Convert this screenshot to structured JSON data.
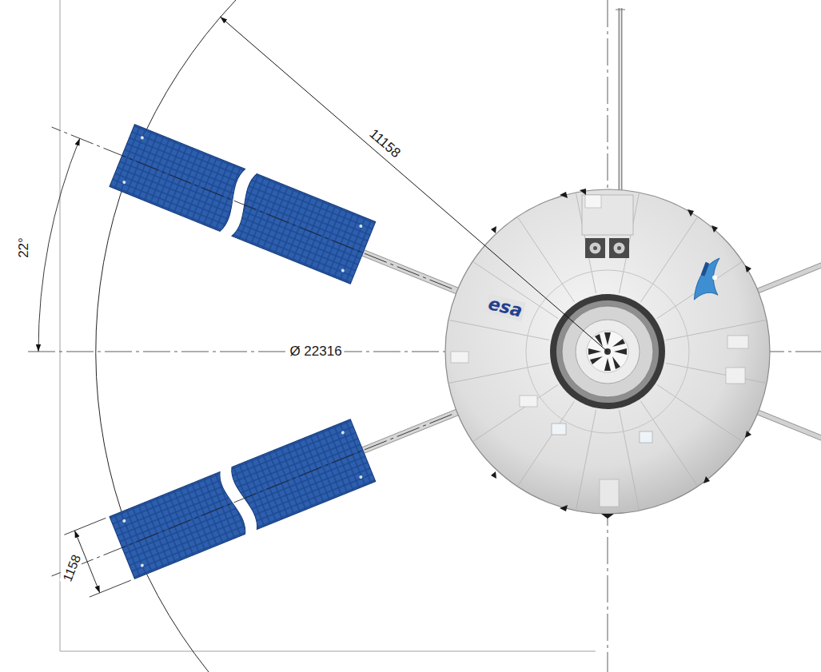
{
  "diagram": {
    "labels": [
      "11158",
      "22°",
      "Ø 22316",
      "1158",
      "esa"
    ]
  }
}
